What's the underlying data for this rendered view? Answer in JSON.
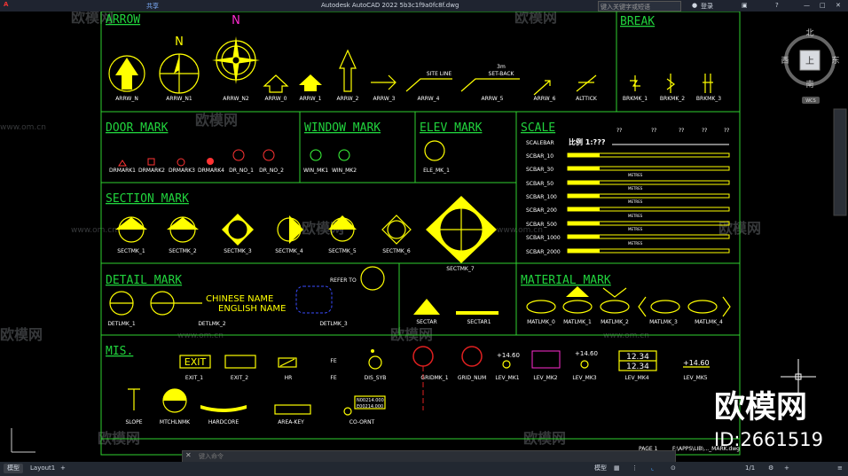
{
  "app": {
    "title": "Autodesk AutoCAD 2022   5b3c1f9a0fc8f.dwg",
    "share_label": "共享",
    "search_placeholder": "键入关键字或短语",
    "login_label": "登录"
  },
  "compass": {
    "north": "北",
    "south": "南",
    "east": "东",
    "west": "西",
    "center": "上",
    "wcs": "WCS"
  },
  "sections": {
    "arrow": "ARROW",
    "break": "BREAK",
    "door": "DOOR MARK",
    "window": "WINDOW MARK",
    "elev": "ELEV MARK",
    "scale": "SCALE",
    "section": "SECTION MARK",
    "detail": "DETAIL MARK",
    "material": "MATERIAL MARK",
    "mis": "MIS."
  },
  "arrow_labels": [
    "ARRW_N",
    "ARRW_N1",
    "ARRW_N2",
    "ARRW_0",
    "ARRW_1",
    "ARRW_2",
    "ARRW_3",
    "ARRW_4",
    "ARRW_5",
    "ARRW_6",
    "ALTTICK"
  ],
  "arrow_texts": {
    "north": "N",
    "site_line": "SITE LINE",
    "set_back": "SET-BACK",
    "set_back_dim": "3m"
  },
  "break_labels": [
    "BRKMK_1",
    "BRKMK_2",
    "BRKMK_3"
  ],
  "door_labels": [
    "DRMARK1",
    "DRMARK2",
    "DRMARK3",
    "DRMARK4",
    "DR_NO_1",
    "DR_NO_2"
  ],
  "window_labels": [
    "WIN_MK1",
    "WIN_MK2"
  ],
  "elev_labels": [
    "ELE_MK_1"
  ],
  "scale": {
    "header_label": "SCALEBAR",
    "ratio": "比例 1:???",
    "qmarks": [
      "??",
      "??",
      "??",
      "??",
      "??"
    ],
    "rows": [
      "SCBAR_10",
      "SCBAR_30",
      "SCBAR_50",
      "SCBAR_100",
      "SCBAR_200",
      "SCBAR_500",
      "SCBAR_1000",
      "SCBAR_2000"
    ],
    "unit": "METRES"
  },
  "section_labels": [
    "SECTMK_1",
    "SECTMK_2",
    "SECTMK_3",
    "SECTMK_4",
    "SECTMK_5",
    "SECTMK_6",
    "SECTMK_7"
  ],
  "detail": {
    "labels": [
      "DETLMK_1",
      "DETLMK_2",
      "DETLMK_3"
    ],
    "chinese_name": "CHINESE NAME",
    "english_name": "ENGLISH NAME",
    "refer_to": "REFER TO"
  },
  "sectar_labels": [
    "SECTAR",
    "SECTAR1"
  ],
  "material_labels": [
    "MATLMK_0",
    "MATLMK_1",
    "MATLMK_2",
    "MATLMK_3",
    "MATLMK_4"
  ],
  "mis": {
    "row1_labels": [
      "EXIT_1",
      "EXIT_2",
      "HR",
      "FE",
      "DIS_SYB",
      "GRIDMK_1",
      "GRID_NUM",
      "LEV_MK1",
      "LEV_MK2",
      "LEV_MK3",
      "LEV_MK4",
      "LEV_MK5"
    ],
    "row2_labels": [
      "SLOPE",
      "MTCHLNMK",
      "HARDCORE",
      "AREA-KEY",
      "CO-ORNT"
    ],
    "exit_text": "EXIT",
    "fe_text": "FE",
    "lev_values": [
      "+14.60",
      "+14.60",
      "12.34",
      "12.34",
      "+14.60"
    ],
    "coord_values": [
      "N00214.000",
      "E00214.000"
    ]
  },
  "page_info": {
    "page": "PAGE 1",
    "path": "F:\\APPS\\LIB\\..._MARK.dwg"
  },
  "status": {
    "model_tab": "模型",
    "layout_tab": "Layout1",
    "add_tab": "+",
    "cmd_placeholder": "键入命令",
    "model_indicator": "模型",
    "scale_indicator": "1/1"
  },
  "watermark": {
    "brand": "欧模网",
    "url": "www.om.cn",
    "id": "ID:2661519"
  },
  "colors": {
    "frame": "#2fd12f",
    "symbol": "#ffff00",
    "title": "#21d33d",
    "text": "#ffffff",
    "background": "#000000"
  }
}
